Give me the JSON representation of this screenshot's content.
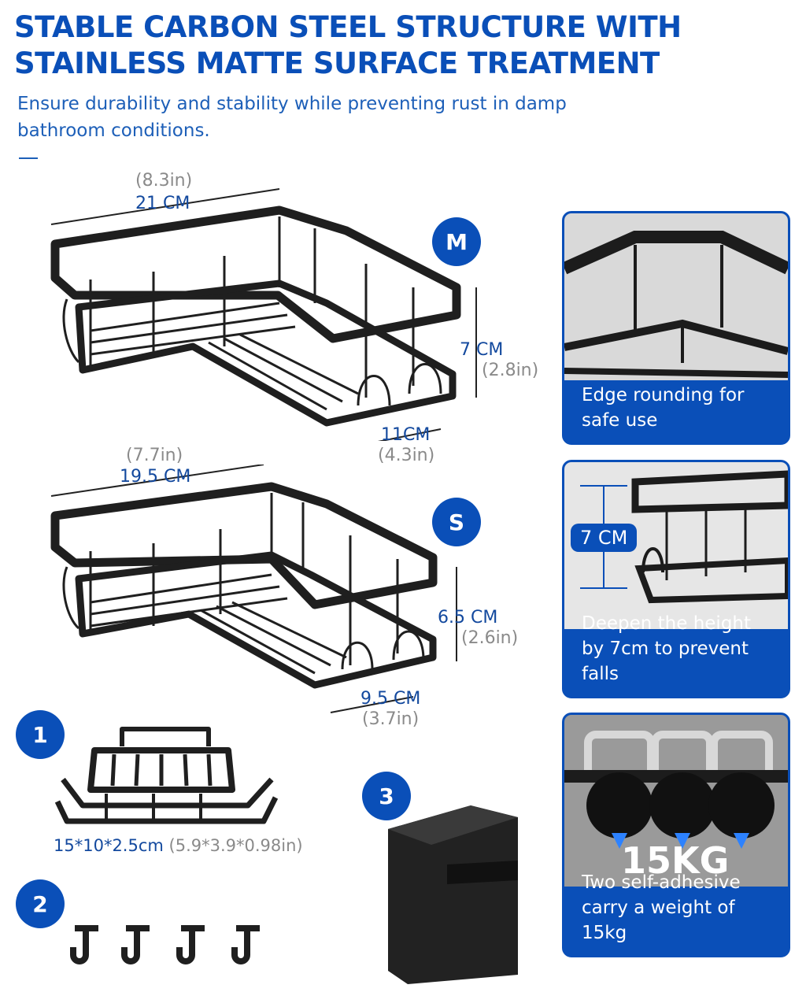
{
  "header": {
    "title_line1": "STABLE CARBON STEEL STRUCTURE WITH",
    "title_line2": "STAINLESS MATTE SURFACE TREATMENT",
    "subtitle": "Ensure durability and stability while preventing rust in damp bathroom conditions."
  },
  "rack_m": {
    "size_label": "M",
    "width_in": "(8.3in)",
    "width_cm": "21 CM",
    "height_cm": "7 CM",
    "height_in": "(2.8in)",
    "depth_cm": "11CM",
    "depth_in": "(4.3in)"
  },
  "rack_s": {
    "size_label": "S",
    "width_in": "(7.7in)",
    "width_cm": "19.5 CM",
    "height_cm": "6.5 CM",
    "height_in": "(2.6in)",
    "depth_cm": "9.5 CM",
    "depth_in": "(3.7in)"
  },
  "accessories": {
    "item1_number": "1",
    "item1_size_cm": "15*10*2.5cm",
    "item1_size_in": "(5.9*3.9*0.98in)",
    "item2_number": "2",
    "item3_number": "3"
  },
  "panels": [
    {
      "caption": "Edge rounding for safe use"
    },
    {
      "overlay": "7 CM",
      "caption": "Deepen the height by 7cm to prevent falls"
    },
    {
      "overlay": "15KG",
      "caption": "Two self-adhesive carry a weight of 15kg"
    }
  ],
  "colors": {
    "brand_blue": "#0a4fb8",
    "rack_black": "#1f1f1f",
    "imperial_grey": "#8a8a8a"
  }
}
